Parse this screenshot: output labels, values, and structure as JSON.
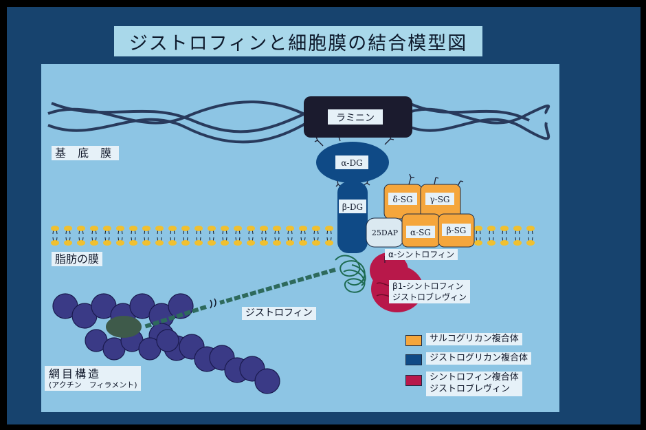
{
  "title": "ジストロフィンと細胞膜の結合模型図",
  "labels": {
    "basement_membrane": "基 底 膜",
    "lipid_membrane": "脂肪の膜",
    "actin_network": "網目構造",
    "actin_sub": "(アクチン　フィラメント)",
    "dystrophin": "ジストロフィン",
    "alpha_syntrophin": "α-シントロフィン",
    "beta1_syntrophin": "β1-シントロフィン",
    "dystrobrevin": "ジストロブレヴィン"
  },
  "proteins": {
    "laminin": "ラミニン",
    "alpha_dg": "α-DG",
    "beta_dg": "β-DG",
    "delta_sg": "δ-SG",
    "gamma_sg": "γ-SG",
    "alpha_sg": "α-SG",
    "beta_sg": "β-SG",
    "dap25": "25DAP"
  },
  "legend": [
    {
      "label": "サルコグリカン複合体",
      "color": "#f5a63c"
    },
    {
      "label": "ジストログリカン複合体",
      "color": "#0f4a86"
    },
    {
      "label": "シントロフィン複合体",
      "label2": "ジストロブレヴィン",
      "color": "#b8184a"
    }
  ],
  "colors": {
    "background": "#17436e",
    "panel": "#8dc5e4",
    "laminin": "#1b1b2e",
    "dystroglycan": "#0f4a86",
    "sarcoglycan": "#f5a63c",
    "syntrophin": "#b8184a",
    "actin": "#3a3a86",
    "dystrophin": "#2e6a5c",
    "lipid_head": "#f0c030"
  }
}
